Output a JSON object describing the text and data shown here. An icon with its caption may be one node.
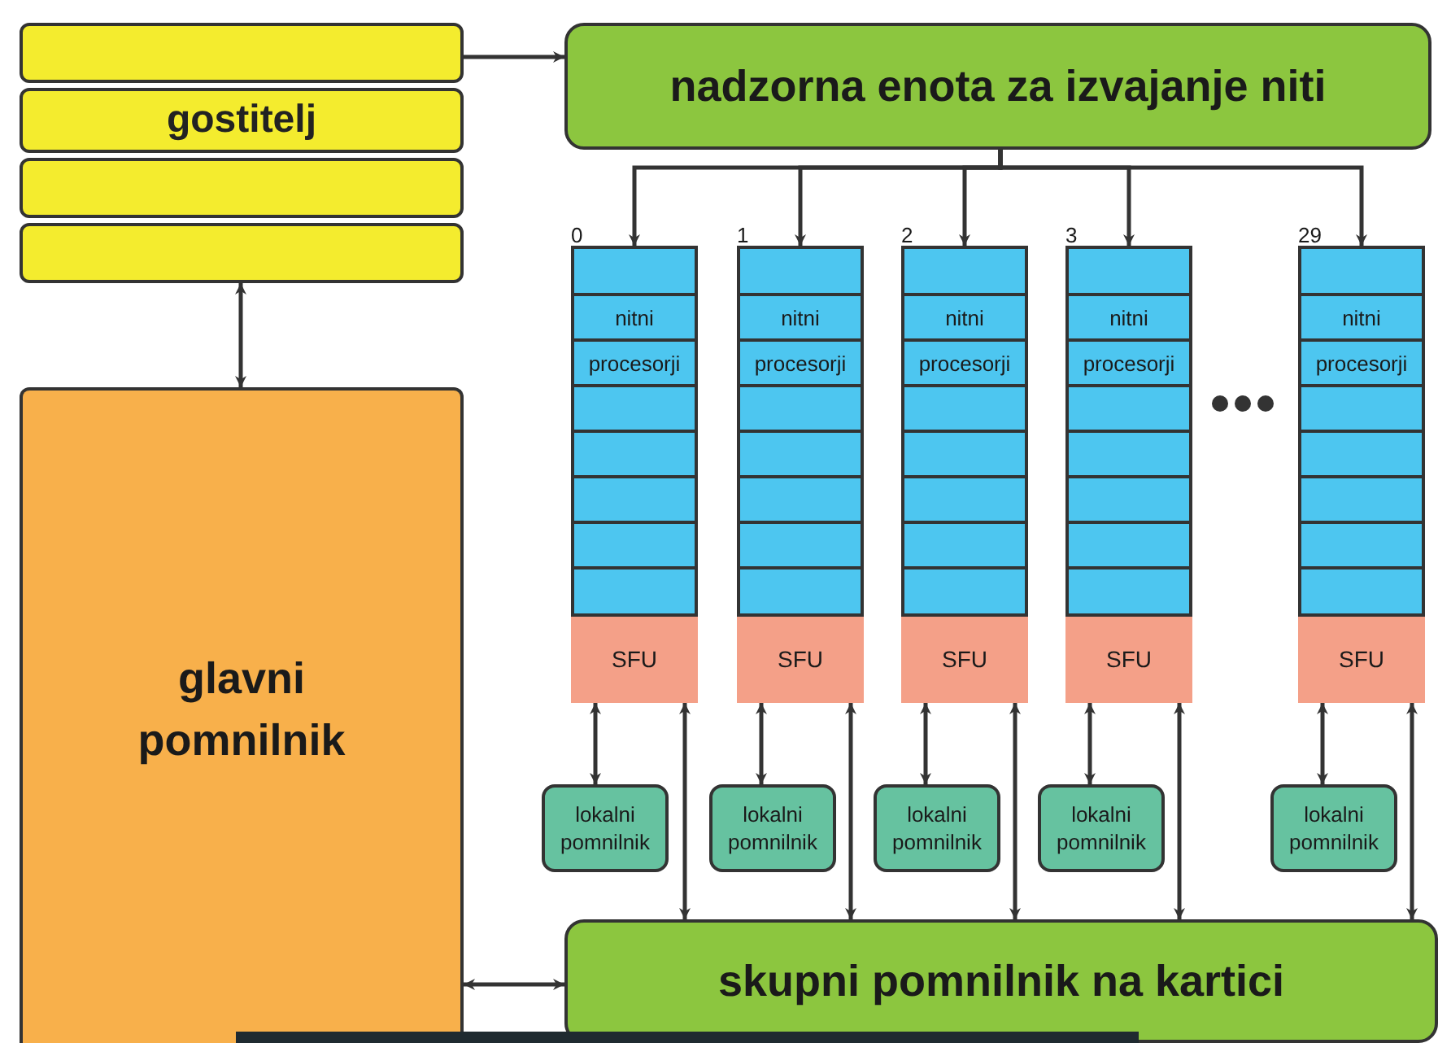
{
  "diagram": {
    "nodes": [
      {
        "text": [
          "gostitelj"
        ]
      },
      {
        "text": [
          "nadzorna enota za izvajanje niti"
        ]
      },
      {
        "text": [
          "glavni pomnilnik"
        ]
      },
      {
        "text": [
          "skupni pomnilnik na kartici"
        ]
      },
      {
        "text": [
          "nitni procesorji"
        ],
        "beside": [
          "0"
        ]
      },
      {
        "text": [
          "SFU"
        ],
        "in": 4
      },
      {
        "text": [
          "lokalni pomnilnik"
        ]
      },
      {
        "text": [
          "nitni procesorji"
        ],
        "beside": [
          "1"
        ]
      },
      {
        "text": [
          "SFU"
        ],
        "in": 7
      },
      {
        "text": [
          "lokalni pomnilnik"
        ]
      },
      {
        "text": [
          "nitni procesorji"
        ],
        "beside": [
          "2"
        ]
      },
      {
        "text": [
          "SFU"
        ],
        "in": 10
      },
      {
        "text": [
          "lokalni pomnilnik"
        ]
      },
      {
        "text": [
          "nitni procesorji"
        ],
        "beside": [
          "3"
        ]
      },
      {
        "text": [
          "SFU"
        ],
        "in": 13
      },
      {
        "text": [
          "lokalni pomnilnik"
        ]
      },
      {
        "text": [
          "nitni procesorji"
        ],
        "beside": [
          "29"
        ]
      },
      {
        "text": [
          "SFU"
        ],
        "in": 16
      },
      {
        "text": [
          "lokalni pomnilnik"
        ]
      }
    ],
    "edges": [
      {
        "from": 0,
        "to": 1,
        "arrow": "to"
      },
      {
        "from": 0,
        "to": 2,
        "arrow": "both"
      },
      {
        "from": 2,
        "to": 3,
        "arrow": "both"
      },
      {
        "from": 1,
        "to": 4,
        "arrow": "to"
      },
      {
        "from": 5,
        "to": 6,
        "arrow": "both"
      },
      {
        "from": 5,
        "to": 3,
        "arrow": "both"
      },
      {
        "from": 1,
        "to": 7,
        "arrow": "to"
      },
      {
        "from": 8,
        "to": 9,
        "arrow": "both"
      },
      {
        "from": 8,
        "to": 3,
        "arrow": "both"
      },
      {
        "from": 1,
        "to": 10,
        "arrow": "to"
      },
      {
        "from": 11,
        "to": 12,
        "arrow": "both"
      },
      {
        "from": 11,
        "to": 3,
        "arrow": "both"
      },
      {
        "from": 1,
        "to": 13,
        "arrow": "to"
      },
      {
        "from": 14,
        "to": 15,
        "arrow": "both"
      },
      {
        "from": 14,
        "to": 3,
        "arrow": "both"
      },
      {
        "from": 1,
        "to": 16,
        "arrow": "to"
      },
      {
        "from": 17,
        "to": 18,
        "arrow": "both"
      },
      {
        "from": 17,
        "to": 3,
        "arrow": "both"
      }
    ]
  }
}
